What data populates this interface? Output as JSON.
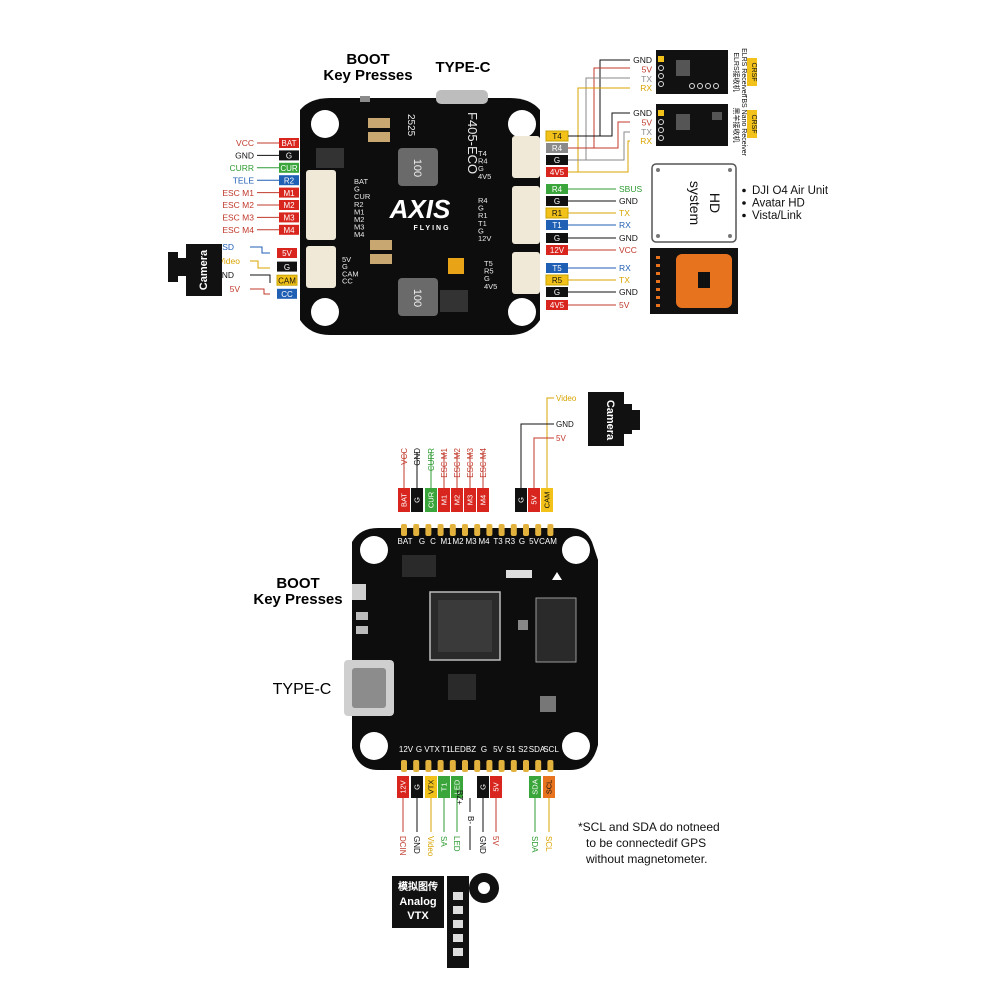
{
  "colors": {
    "red": "#d8261e",
    "green": "#3aa53a",
    "blue": "#1f5fb4",
    "yellow": "#f2c21a",
    "orange": "#e8731f",
    "black": "#111111",
    "gray": "#8a8a8a",
    "pcb": "#0d0d0d",
    "label_red": "#c0392b",
    "label_green": "#2e9b33",
    "label_blue": "#1f5fb4",
    "label_yellow": "#d9a400",
    "label_black": "#111111"
  },
  "top": {
    "boot_title": "BOOT",
    "boot_sub": "Key Presses",
    "typec": "TYPE-C",
    "silk_model": "F405-ECO",
    "silk_num": "2525",
    "silk_100a": "100",
    "silk_100b": "100",
    "logo": "AXIS",
    "logo_sub": "FLYING",
    "left_pads": [
      {
        "pad": "BAT",
        "label": "VCC",
        "pad_color": "red",
        "label_color": "label_red"
      },
      {
        "pad": "G",
        "label": "GND",
        "pad_color": "black",
        "label_color": "label_black"
      },
      {
        "pad": "CUR",
        "label": "CURR",
        "pad_color": "green",
        "label_color": "label_green"
      },
      {
        "pad": "R2",
        "label": "TELE",
        "pad_color": "blue",
        "label_color": "label_blue"
      },
      {
        "pad": "M1",
        "label": "ESC M1",
        "pad_color": "red",
        "label_color": "label_red"
      },
      {
        "pad": "M2",
        "label": "ESC M2",
        "pad_color": "red",
        "label_color": "label_red"
      },
      {
        "pad": "M3",
        "label": "ESC M3",
        "pad_color": "red",
        "label_color": "label_red"
      },
      {
        "pad": "M4",
        "label": "ESC M4",
        "pad_color": "red",
        "label_color": "label_red"
      }
    ],
    "cam_pads": [
      {
        "pad": "5V",
        "label": "OSD",
        "pad_color": "red",
        "label_color": "label_blue"
      },
      {
        "pad": "G",
        "label": "Video",
        "pad_color": "black",
        "label_color": "label_yellow"
      },
      {
        "pad": "CAM",
        "label": "GND",
        "pad_color": "yellow",
        "label_color": "label_black"
      },
      {
        "pad": "CC",
        "label": "5V",
        "pad_color": "blue",
        "label_color": "label_red"
      }
    ],
    "camera_label": "Camera",
    "board_left_silk": [
      "BAT",
      "G",
      "CUR",
      "R2",
      "M1",
      "M2",
      "M3",
      "M4"
    ],
    "board_cam_silk": [
      "5V",
      "G",
      "CAM",
      "CC"
    ],
    "board_right_silk_a": [
      "T4",
      "R4",
      "G",
      "4V5"
    ],
    "board_right_silk_b": [
      "R4",
      "G",
      "R1",
      "T1",
      "G",
      "12V"
    ],
    "board_right_silk_c": [
      "T5",
      "R5",
      "G",
      "4V5"
    ],
    "right_pads": [
      {
        "pad": "T4",
        "pad_color": "yellow"
      },
      {
        "pad": "R4",
        "pad_color": "gray"
      },
      {
        "pad": "G",
        "pad_color": "black"
      },
      {
        "pad": "4V5",
        "pad_color": "red"
      },
      {
        "pad": "R4",
        "pad_color": "green",
        "label": "SBUS",
        "label_color": "label_green"
      },
      {
        "pad": "G",
        "pad_color": "black",
        "label": "GND",
        "label_color": "label_black"
      },
      {
        "pad": "R1",
        "pad_color": "yellow",
        "label": "TX",
        "label_color": "label_yellow"
      },
      {
        "pad": "T1",
        "pad_color": "blue",
        "label": "RX",
        "label_color": "label_blue"
      },
      {
        "pad": "G",
        "pad_color": "black",
        "label": "GND",
        "label_color": "label_black"
      },
      {
        "pad": "12V",
        "pad_color": "red",
        "label": "VCC",
        "label_color": "label_red"
      },
      {
        "pad": "T5",
        "pad_color": "blue",
        "label": "RX",
        "label_color": "label_blue"
      },
      {
        "pad": "R5",
        "pad_color": "yellow",
        "label": "TX",
        "label_color": "label_yellow"
      },
      {
        "pad": "G",
        "pad_color": "black",
        "label": "GND",
        "label_color": "label_black"
      },
      {
        "pad": "4V5",
        "pad_color": "red",
        "label": "5V",
        "label_color": "label_red"
      }
    ],
    "rx1_labels": [
      {
        "text": "GND",
        "color": "label_black"
      },
      {
        "text": "5V",
        "color": "label_red"
      },
      {
        "text": "TX",
        "color": "gray"
      },
      {
        "text": "RX",
        "color": "label_yellow"
      }
    ],
    "rx2_labels": [
      {
        "text": "GND",
        "color": "label_black"
      },
      {
        "text": "5V",
        "color": "label_red"
      },
      {
        "text": "TX",
        "color": "gray"
      },
      {
        "text": "RX",
        "color": "label_yellow"
      }
    ],
    "rx1_module_a": "ELRS接收机",
    "rx1_module_b": "ELRS Receiver",
    "rx1_tag": "CRSF",
    "rx2_module_a": "黑羊接收机",
    "rx2_module_b": "TBS Nano Receiver",
    "rx2_tag": "CRSF",
    "hd_title": "HD",
    "hd_sub": "system",
    "hd_list": [
      "DJI O4 Air Unit",
      "Avatar HD",
      "Vista/Link"
    ]
  },
  "bottom": {
    "boot_title": "BOOT",
    "boot_sub": "Key Presses",
    "typec": "TYPE-C",
    "top_labels": [
      {
        "text": "VCC",
        "color": "label_red"
      },
      {
        "text": "GND",
        "color": "label_black"
      },
      {
        "text": "CURR",
        "color": "label_green"
      },
      {
        "text": "ESC M1",
        "color": "label_red"
      },
      {
        "text": "ESC M2",
        "color": "label_red"
      },
      {
        "text": "ESC M3",
        "color": "label_red"
      },
      {
        "text": "ESC M4",
        "color": "label_red"
      }
    ],
    "top_pads": [
      {
        "pad": "BAT",
        "pad_color": "red"
      },
      {
        "pad": "G",
        "pad_color": "black"
      },
      {
        "pad": "CUR",
        "pad_color": "green"
      },
      {
        "pad": "M1",
        "pad_color": "red"
      },
      {
        "pad": "M2",
        "pad_color": "red"
      },
      {
        "pad": "M3",
        "pad_color": "red"
      },
      {
        "pad": "M4",
        "pad_color": "red"
      }
    ],
    "cam_pads": [
      {
        "pad": "G",
        "pad_color": "black"
      },
      {
        "pad": "5V",
        "pad_color": "red"
      },
      {
        "pad": "CAM",
        "pad_color": "yellow"
      }
    ],
    "cam_labels": [
      {
        "text": "Video",
        "color": "label_yellow"
      },
      {
        "text": "GND",
        "color": "label_black"
      },
      {
        "text": "5V",
        "color": "label_red"
      }
    ],
    "camera_label": "Camera",
    "board_top_silk": [
      "BAT",
      "G",
      "C",
      "M1",
      "M2",
      "M3",
      "M4",
      "T3",
      "R3",
      "G",
      "5V",
      "CAM"
    ],
    "board_bottom_silk": [
      "12V",
      "G",
      "VTX",
      "T1",
      "LED",
      "BZ",
      "G",
      "5V",
      "S1",
      "S2",
      "SDA",
      "SCL"
    ],
    "bottom_pads": [
      {
        "pad": "12V",
        "pad_color": "red"
      },
      {
        "pad": "G",
        "pad_color": "black"
      },
      {
        "pad": "VTX",
        "pad_color": "yellow"
      },
      {
        "pad": "T1",
        "pad_color": "green"
      },
      {
        "pad": "LED",
        "pad_color": "green"
      },
      {
        "pad": "G",
        "pad_color": "black"
      },
      {
        "pad": "5V",
        "pad_color": "red"
      },
      {
        "pad": "SDA",
        "pad_color": "green"
      },
      {
        "pad": "SCL",
        "pad_color": "orange"
      }
    ],
    "bottom_labels": [
      {
        "text": "DCIN",
        "color": "label_red"
      },
      {
        "text": "GND",
        "color": "label_black"
      },
      {
        "text": "Video",
        "color": "label_yellow"
      },
      {
        "text": "SA",
        "color": "label_green"
      },
      {
        "text": "LED",
        "color": "label_green"
      },
      {
        "text": "GND",
        "color": "label_black"
      },
      {
        "text": "5V",
        "color": "label_red"
      },
      {
        "text": "SDA",
        "color": "label_green"
      },
      {
        "text": "SCL",
        "color": "label_yellow"
      }
    ],
    "bz_plus": "BZ+",
    "bz_minus": "B-",
    "note": [
      "*SCL and SDA do notneed",
      "to be connectedif GPS",
      "without magnetometer."
    ],
    "vtx_cn": "模拟图传",
    "vtx_en1": "Analog",
    "vtx_en2": "VTX"
  }
}
